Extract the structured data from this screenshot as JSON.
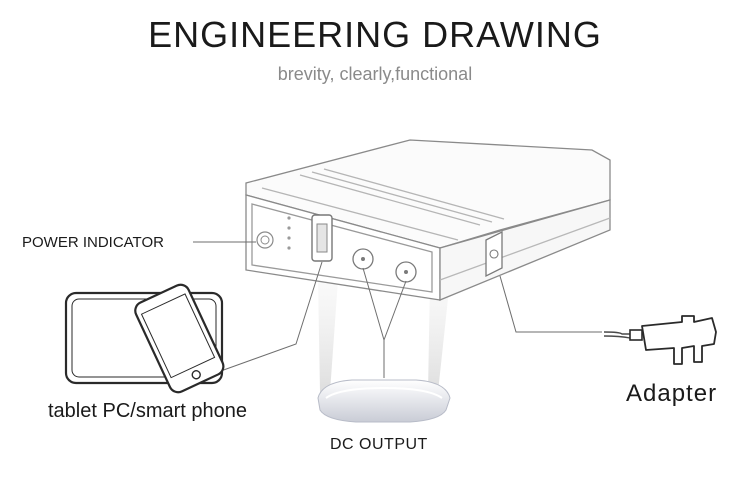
{
  "header": {
    "title": "ENGINEERING DRAWING",
    "subtitle": "brevity, clearly,functional"
  },
  "labels": {
    "power_indicator": "POWER INDICATOR",
    "tablet_phone": "tablet PC/smart phone",
    "dc_output": "DC OUTPUT",
    "adapter": "Adapter"
  }
}
